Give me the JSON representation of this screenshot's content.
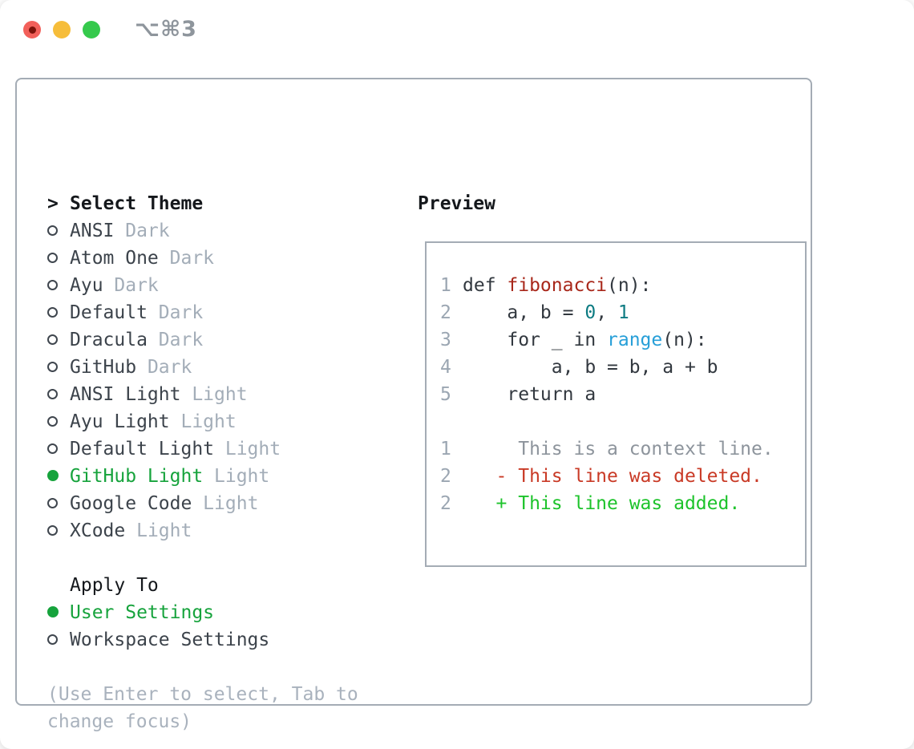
{
  "titlebar": {
    "shortcut": "⌥⌘3",
    "traffic_lights": [
      "close",
      "minimize",
      "zoom"
    ]
  },
  "colors": {
    "accent_green": "#16a33c",
    "added_green": "#1dc32b",
    "deleted_red": "#c93a26",
    "function_red": "#a8271a",
    "number_teal": "#0d7b82",
    "builtin_blue": "#279fd8",
    "muted_gray": "#a3adb8",
    "line_number_gray": "#9ba6b2",
    "border_gray": "#a4acb5",
    "traffic_red": "#f2605a",
    "traffic_yellow": "#f6bd3a",
    "traffic_green": "#35c94c"
  },
  "theme_panel": {
    "title": "Select Theme",
    "items": [
      {
        "name": "ANSI",
        "variant": "Dark",
        "selected": false
      },
      {
        "name": "Atom One",
        "variant": "Dark",
        "selected": false
      },
      {
        "name": "Ayu",
        "variant": "Dark",
        "selected": false
      },
      {
        "name": "Default",
        "variant": "Dark",
        "selected": false
      },
      {
        "name": "Dracula",
        "variant": "Dark",
        "selected": false
      },
      {
        "name": "GitHub",
        "variant": "Dark",
        "selected": false
      },
      {
        "name": "ANSI Light",
        "variant": "Light",
        "selected": false
      },
      {
        "name": "Ayu Light",
        "variant": "Light",
        "selected": false
      },
      {
        "name": "Default Light",
        "variant": "Light",
        "selected": false
      },
      {
        "name": "GitHub Light",
        "variant": "Light",
        "selected": true
      },
      {
        "name": "Google Code",
        "variant": "Light",
        "selected": false
      },
      {
        "name": "XCode",
        "variant": "Light",
        "selected": false
      }
    ],
    "apply_to": {
      "title": "Apply To",
      "options": [
        {
          "label": "User Settings",
          "selected": true
        },
        {
          "label": "Workspace Settings",
          "selected": false
        }
      ]
    },
    "hint_lines": [
      "(Use Enter to select, Tab to",
      "change focus)"
    ]
  },
  "preview": {
    "title": "Preview",
    "lines": [
      {
        "num": "1",
        "tokens": [
          {
            "t": "def ",
            "s": "plain"
          },
          {
            "t": "fibonacci",
            "s": "func"
          },
          {
            "t": "(n):",
            "s": "plain"
          }
        ]
      },
      {
        "num": "2",
        "tokens": [
          {
            "t": "    a, b = ",
            "s": "plain"
          },
          {
            "t": "0",
            "s": "number"
          },
          {
            "t": ", ",
            "s": "plain"
          },
          {
            "t": "1",
            "s": "number"
          }
        ]
      },
      {
        "num": "3",
        "tokens": [
          {
            "t": "    for _ in ",
            "s": "plain"
          },
          {
            "t": "range",
            "s": "builtin"
          },
          {
            "t": "(n):",
            "s": "plain"
          }
        ]
      },
      {
        "num": "4",
        "tokens": [
          {
            "t": "        a, b = b, a + b",
            "s": "plain"
          }
        ]
      },
      {
        "num": "5",
        "tokens": [
          {
            "t": "    return a",
            "s": "plain"
          }
        ]
      },
      {
        "num": "",
        "tokens": []
      },
      {
        "num": "1",
        "tokens": [
          {
            "t": "     This is a context line.",
            "s": "context"
          }
        ]
      },
      {
        "num": "2",
        "tokens": [
          {
            "t": "   - This line was deleted.",
            "s": "deleted"
          }
        ]
      },
      {
        "num": "2",
        "tokens": [
          {
            "t": "   + This line was added.",
            "s": "added"
          }
        ]
      }
    ]
  }
}
